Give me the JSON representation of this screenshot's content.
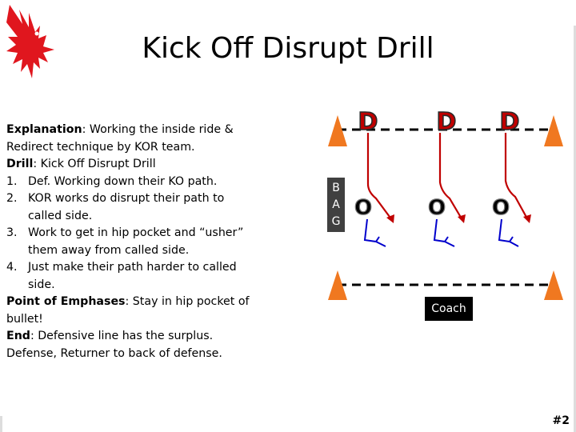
{
  "slide": {
    "title": "Kick Off Disrupt Drill",
    "page_number": "#2"
  },
  "explanation": {
    "explanation_label": "Explanation",
    "explanation_text": ": Working the inside ride & Redirect technique by KOR team.",
    "drill_label": "Drill",
    "drill_text": ": Kick Off Disrupt Drill",
    "steps": [
      {
        "num": "1.",
        "text": "Def. Working down their KO path."
      },
      {
        "num": "2.",
        "text": "KOR works do disrupt their path to called side."
      },
      {
        "num": "3.",
        "text": "Work to get in hip pocket and “usher” them away from called side."
      },
      {
        "num": "4.",
        "text": "Just make their path harder to called side."
      }
    ],
    "emphasis_label": "Point of Emphases",
    "emphasis_text": ": Stay in hip pocket of bullet!",
    "end_label": "End",
    "end_text": ": Defensive line has the surplus. Defense, Returner to back of defense."
  },
  "diagram": {
    "defenders": [
      "D",
      "D",
      "D"
    ],
    "offense": [
      "O",
      "O",
      "O"
    ],
    "bag_letters": [
      "B",
      "A",
      "G"
    ],
    "coach_label": "Coach",
    "colors": {
      "cone": "#f07820",
      "defender_fill": "#c00000",
      "defender_stroke": "#2a2a2a",
      "offense_fill": "#000000",
      "path_red": "#c00000",
      "path_blue": "#0000cc"
    }
  }
}
